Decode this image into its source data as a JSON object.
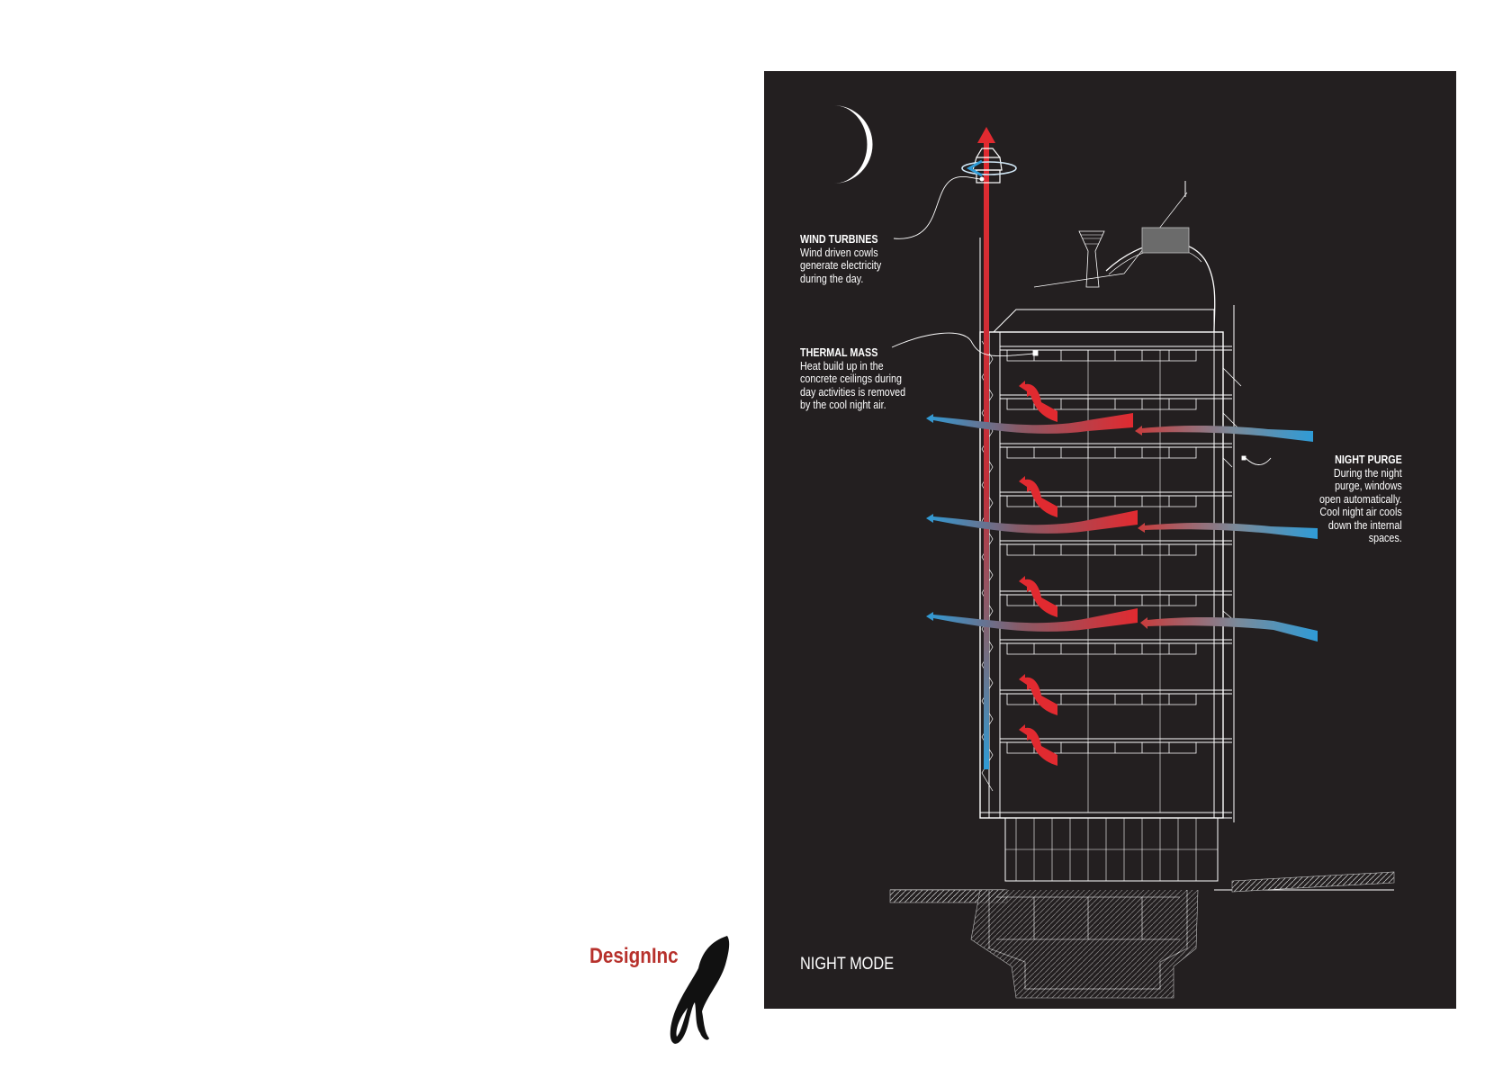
{
  "labels": {
    "wind_turbines": {
      "title": "WIND TURBINES",
      "text": "Wind driven cowls\ngenerate electricity\nduring the day."
    },
    "thermal_mass": {
      "title": "THERMAL MASS",
      "text": "Heat build up in the\nconcrete ceilings during\nday activities is removed\nby the cool night air."
    },
    "night_purge": {
      "title": "NIGHT PURGE",
      "text": "During the night\npurge, windows\nopen automatically.\nCool night air cools\ndown the internal\nspaces."
    }
  },
  "mode_label": "NIGHT MODE",
  "logo": {
    "name": "DesignInc",
    "mark": "signature-mark"
  },
  "colors": {
    "panel_background": "#231f20",
    "line_work": "#ffffff",
    "warm_air": "#d7262e",
    "cool_air": "#2f9bd6",
    "logo_text": "#b7312c"
  },
  "icons": [
    "crescent-moon-icon",
    "wind-cowl-icon"
  ]
}
